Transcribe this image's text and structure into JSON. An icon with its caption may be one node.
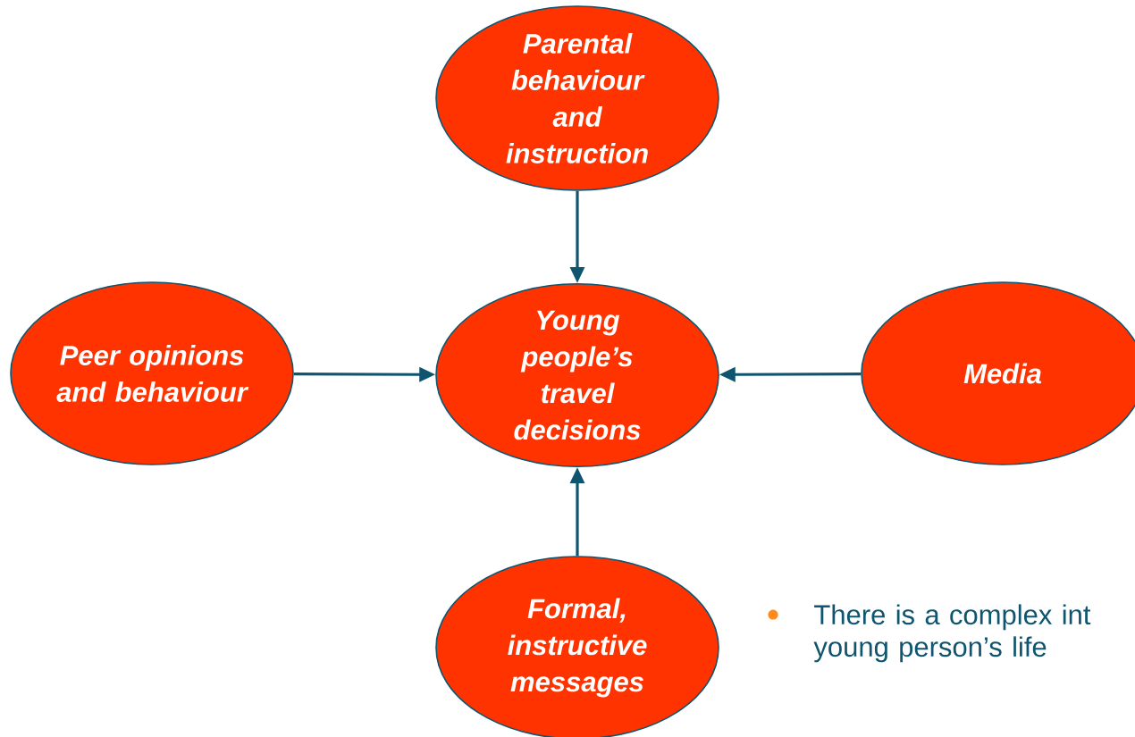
{
  "diagram": {
    "nodes": [
      {
        "text": [
          "Parental behaviour and instruction"
        ]
      },
      {
        "text": [
          "Peer opinions and behaviour"
        ]
      },
      {
        "text": [
          "Young people’s travel decisions"
        ]
      },
      {
        "text": [
          "Media"
        ]
      },
      {
        "text": [
          "Formal, instructive messages"
        ]
      }
    ],
    "edges": [
      {
        "from": 0,
        "to": 2,
        "arrow": "to"
      },
      {
        "from": 1,
        "to": 2,
        "arrow": "to"
      },
      {
        "from": 3,
        "to": 2,
        "arrow": "to"
      },
      {
        "from": 4,
        "to": 2,
        "arrow": "to"
      }
    ],
    "labels": [
      "There is a complex int young person’s life"
    ]
  }
}
